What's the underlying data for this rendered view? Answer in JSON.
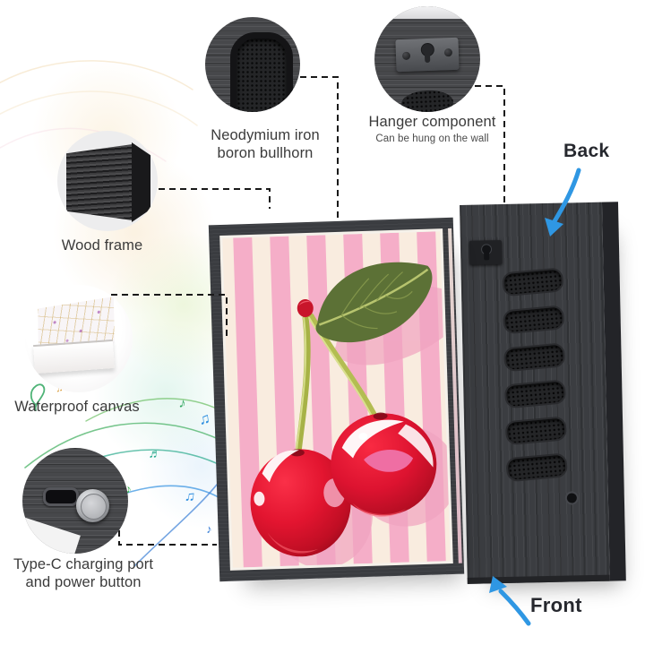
{
  "callouts": {
    "speaker": {
      "line1": "Neodymium iron",
      "line2": "boron bullhorn"
    },
    "hanger": {
      "title": "Hanger component",
      "subtitle": "Can be hung on the wall"
    },
    "wood_frame": {
      "label": "Wood frame"
    },
    "canvas": {
      "label": "Waterproof canvas"
    },
    "typec": {
      "line1": "Type-C charging port",
      "line2": "and power button"
    }
  },
  "orientation": {
    "back": "Back",
    "front": "Front"
  },
  "decorations": {
    "notes": [
      "♪",
      "♫",
      "♬",
      "♪",
      "♫",
      "♪",
      "♫",
      "♪"
    ]
  },
  "colors": {
    "arrow_blue": "#2f97e3",
    "leader_line": "#191919",
    "stripe_pink": "#f5aec8",
    "stripe_cream": "#f9ecdf",
    "cherry_red": "#e31530",
    "leaf_green": "#5c7136",
    "frame_dark": "#3a3c40",
    "panel_dark": "#3b3d41"
  }
}
